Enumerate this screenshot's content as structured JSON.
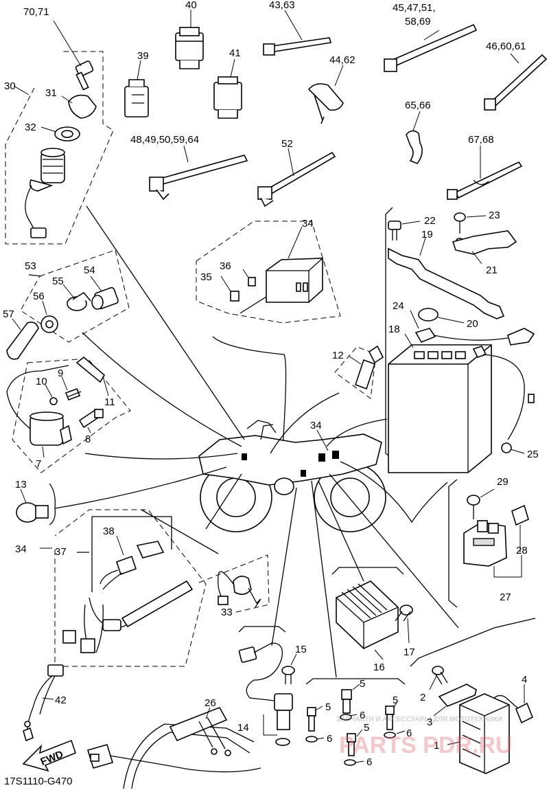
{
  "diagram": {
    "code": "17S1110-G470",
    "direction_tag": "FWD",
    "watermark": {
      "caption": "ЗАПЧАСТИ И АКСЕССУАРЫ ДЛЯ МОТОТЕХНИКИ",
      "site": "PARTS PDR.RU"
    },
    "callouts": {
      "c70_71": "70,71",
      "c30": "30",
      "c31": "31",
      "c32": "32",
      "c40": "40",
      "c39": "39",
      "c41": "41",
      "c43_63": "43,63",
      "c44_62": "44,62",
      "c45_47_51": "45,47,51,",
      "c58_69": "58,69",
      "c46_60_61": "46,60,61",
      "c65_66": "65,66",
      "c67_68": "67,68",
      "c48_64": "48,49,50,59,64",
      "c52": "52",
      "c22": "22",
      "c23": "23",
      "c19": "19",
      "c21": "21",
      "c34a": "34",
      "c36": "36",
      "c35": "35",
      "c53": "53",
      "c54": "54",
      "c55": "55",
      "c56": "56",
      "c57": "57",
      "c24": "24",
      "c20": "20",
      "c18": "18",
      "c12": "12",
      "c10": "10",
      "c9": "9",
      "c11": "11",
      "c8": "8",
      "c7": "7",
      "c34b": "34",
      "c25": "25",
      "c13": "13",
      "c29": "29",
      "c38": "38",
      "c34c": "34",
      "c37": "37",
      "c28": "28",
      "c27": "27",
      "c33": "33",
      "c17": "17",
      "c16": "16",
      "c15": "15",
      "c4": "4",
      "c42": "42",
      "c5a": "5",
      "c5b": "5",
      "c5c": "5",
      "c2": "2",
      "c26": "26",
      "c6a": "6",
      "c6b": "6",
      "c3": "3",
      "c14": "14",
      "c6c": "6",
      "c1": "1",
      "c6d": "6"
    }
  }
}
